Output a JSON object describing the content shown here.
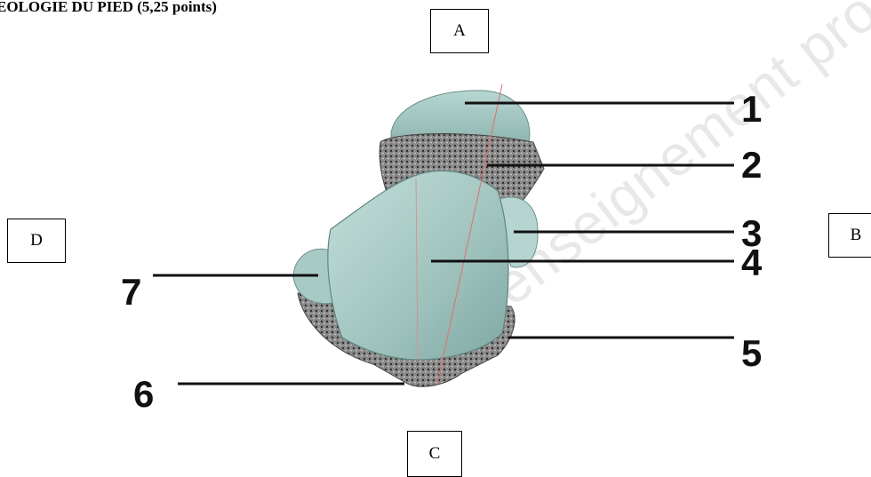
{
  "title": "EOLOGIE DU PIED (5,25 points)",
  "orientation_boxes": {
    "top": "A",
    "right": "B",
    "bottom": "C",
    "left": "D"
  },
  "callouts": [
    "1",
    "2",
    "3",
    "4",
    "5",
    "6",
    "7"
  ],
  "watermark": "enseignement prof",
  "colors": {
    "bone_surface": "#a9cbc6",
    "bone_shadow": "#7fa8a4",
    "cancellous_texture": "#5a5a5a",
    "axis_line": "#e07070"
  }
}
